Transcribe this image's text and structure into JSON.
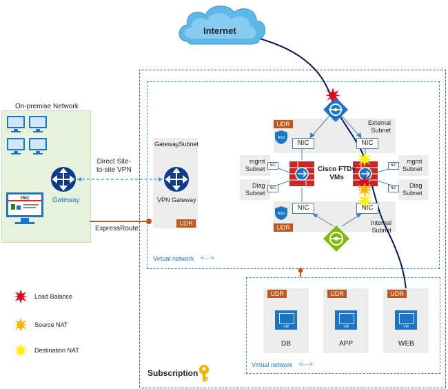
{
  "internet": {
    "label": "Internet"
  },
  "onprem": {
    "title": "On-premise Network",
    "fmc_label": "FMC",
    "gateway_label": "Gateway"
  },
  "connections": {
    "vpn_label": "Direct Site-\nto-site VPN",
    "expressroute_label": "ExpressRoute"
  },
  "gateway_subnet": {
    "title": "GatewaySubnet",
    "vpn_gateway_label": "VPN Gateway",
    "udr": "UDR"
  },
  "ftd": {
    "label": "Cisco FTDv\nVMs",
    "external_subnet": "External\nSubnet",
    "internal_subnet": "Internal\nSubnet",
    "mgmt_subnet": "mgmt\nSubnet",
    "diag_subnet": "Diag\nSubnet",
    "nic": "NIC",
    "udr": "UDR",
    "nsg": "NSG"
  },
  "vnet_label": "Virtual network",
  "workloads": [
    {
      "udr": "UDR",
      "vm": "VM",
      "label": "DB"
    },
    {
      "udr": "UDR",
      "vm": "VM",
      "label": "APP"
    },
    {
      "udr": "UDR",
      "vm": "VM",
      "label": "WEB"
    }
  ],
  "subscription": {
    "label": "Subscription"
  },
  "legend": [
    {
      "label": "Load Balance",
      "color": "#e3001b"
    },
    {
      "label": "Source NAT",
      "color": "#f7b500"
    },
    {
      "label": "Destination NAT",
      "color": "#fff200"
    }
  ],
  "colors": {
    "udr": "#c0581b",
    "azure_blue": "#1b75c4",
    "onprem_bg": "#e8f3e0",
    "path": "#001a57"
  }
}
